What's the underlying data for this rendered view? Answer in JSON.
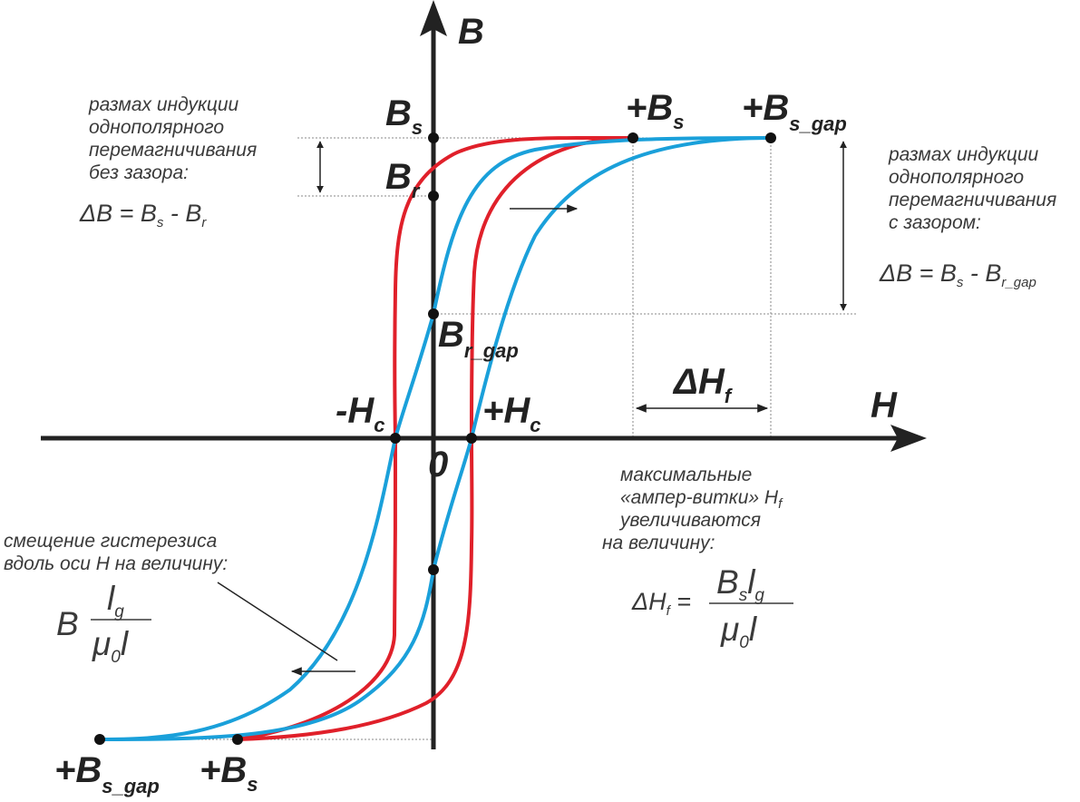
{
  "axes": {
    "y_label": "B",
    "x_label": "H",
    "origin_label": "0"
  },
  "points": {
    "bs": {
      "main": "B",
      "sub": "s"
    },
    "br": {
      "main": "B",
      "sub": "r"
    },
    "br_gap": {
      "main": "B",
      "sub": "r_gap"
    },
    "top_bs": {
      "main": "+B",
      "sub": "s"
    },
    "top_bs_gap": {
      "main": "+B",
      "sub": "s_gap"
    },
    "bottom_bs": {
      "main": "+B",
      "sub": "s"
    },
    "bottom_bs_gap": {
      "main": "+B",
      "sub": "s_gap"
    },
    "neg_hc": {
      "main": "-H",
      "sub": "c"
    },
    "pos_hc": {
      "main": "+H",
      "sub": "c"
    },
    "delta_hf": {
      "main": "ΔH",
      "sub": "f"
    }
  },
  "notes": {
    "no_gap": [
      "размах индукции",
      "однополярного",
      "перемагничивания",
      "без зазора:"
    ],
    "with_gap": [
      "размах индукции",
      "однополярного",
      "перемагничивания",
      "с зазором:"
    ],
    "shift": [
      "смещение гистерезиса",
      "вдоль оси H на величину:"
    ],
    "amp_turns": [
      "максимальные",
      "«ампер-витки» H",
      "увеличиваются",
      "на величину:"
    ],
    "amp_turns_sub": "f"
  },
  "formulas": {
    "no_gap": {
      "lhs": "ΔB = B",
      "s1": "s",
      "mid": " - B",
      "s2": "r"
    },
    "with_gap": {
      "lhs": "ΔB = B",
      "s1": "s",
      "mid": " - B",
      "s2": "r_gap"
    },
    "shift": {
      "b": "B",
      "num_l": "l",
      "num_sub": "g",
      "den_mu": "μ",
      "den_sub": "0",
      "den_l": "l"
    },
    "delta_hf": {
      "lhs": "ΔH",
      "lhs_sub": "f",
      "eq": " =",
      "num_b": "B",
      "num_b_sub": "s",
      "num_l": "l",
      "num_l_sub": "g",
      "den_mu": "μ",
      "den_sub": "0",
      "den_l": "l"
    }
  },
  "colors": {
    "axis": "#222222",
    "loop_no_gap": "#e0202a",
    "loop_with_gap": "#1aa0da",
    "guide": "#888888"
  }
}
